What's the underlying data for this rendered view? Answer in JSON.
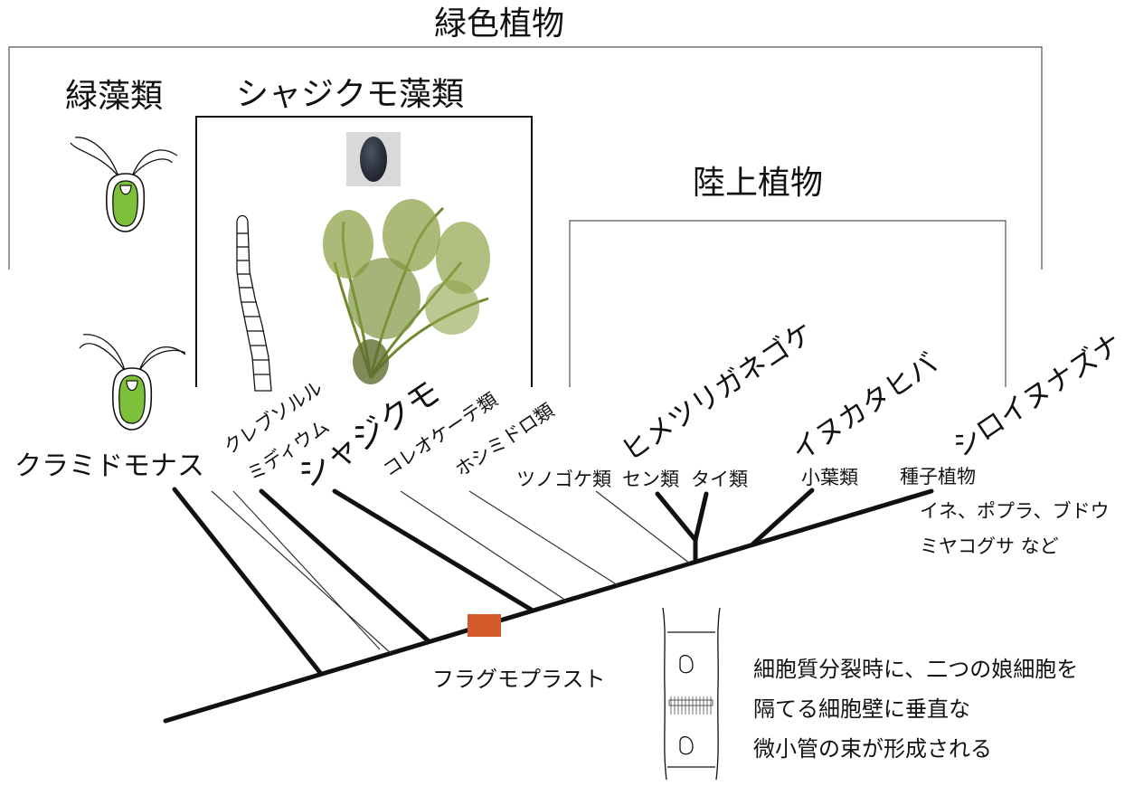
{
  "groups": {
    "green_plants": "緑色植物",
    "green_algae": "緑藻類",
    "charophytes": "シャジクモ藻類",
    "land_plants": "陸上植物"
  },
  "taxa": {
    "chlamydomonas": "クラミドモナス",
    "klebsormidium_1": "クレブソルル",
    "klebsormidium_2": "ミディウム",
    "chara": "シャジクモ",
    "coleochaete": "コレオケーテ類",
    "zygnema": "ホシミドロ類",
    "marchantia": "ヒメツリガネゴケ",
    "selaginella": "イヌカタヒバ",
    "arabidopsis": "シロイヌナズナ"
  },
  "clades": {
    "hornworts": "ツノゴケ類",
    "mosses": "セン類",
    "liverworts": "タイ類",
    "lycophytes": "小葉類",
    "seed_plants": "種子植物",
    "seed_examples_1": "イネ、ポプラ、ブドウ",
    "seed_examples_2": "ミヤコグサ など"
  },
  "phragmoplast": {
    "label": "フラグモプラスト",
    "marker_color": "#d45a2a",
    "desc_line1": "細胞質分裂時に、二つの娘細胞を",
    "desc_line2": "隔てる細胞壁に垂直な",
    "desc_line3": "微小管の束が形成される"
  },
  "colors": {
    "chloroplast": "#7dc03a",
    "moss": "#6f8a2e"
  }
}
